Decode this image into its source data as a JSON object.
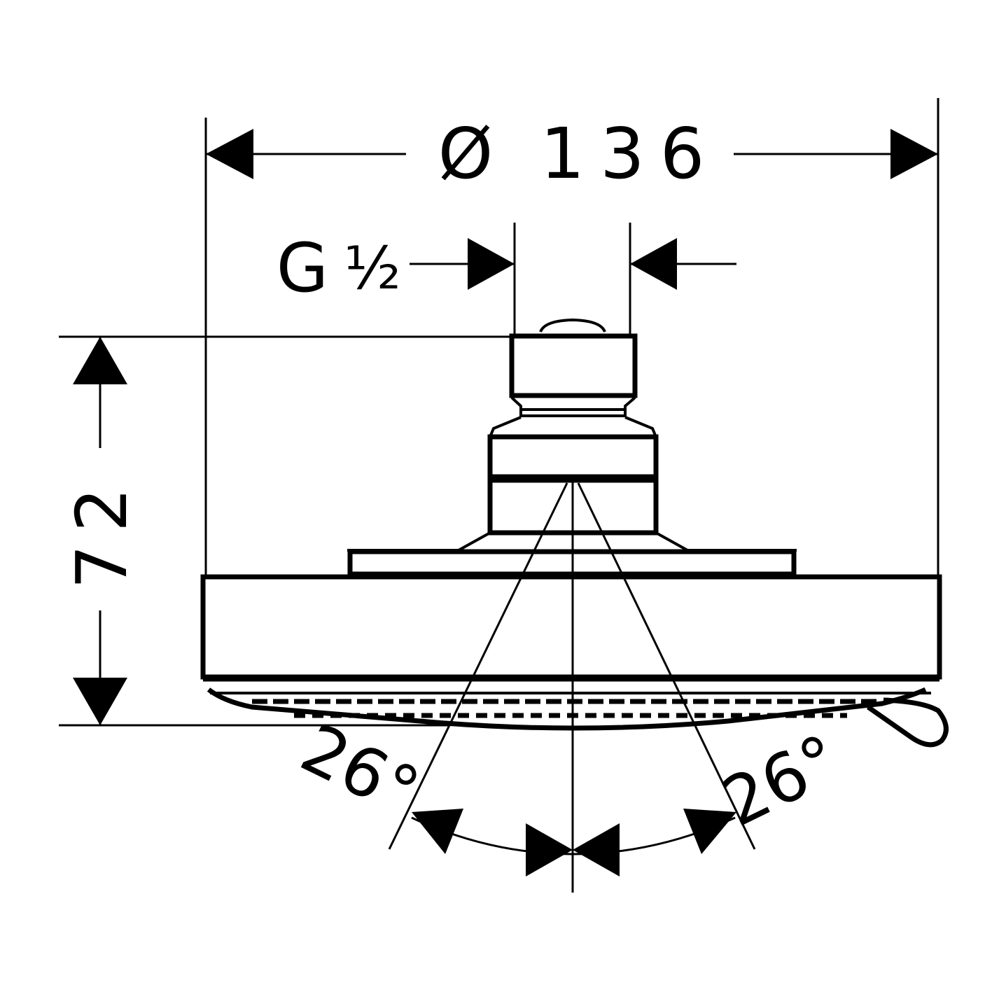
{
  "dimensions": {
    "diameter_symbol": "Ø",
    "diameter_value": "136",
    "thread_label": "G",
    "thread_fraction": "½",
    "height_value": "72",
    "spray_angle_left": "26°",
    "spray_angle_right": "26°"
  },
  "colors": {
    "line": "#000000",
    "background": "#ffffff"
  }
}
